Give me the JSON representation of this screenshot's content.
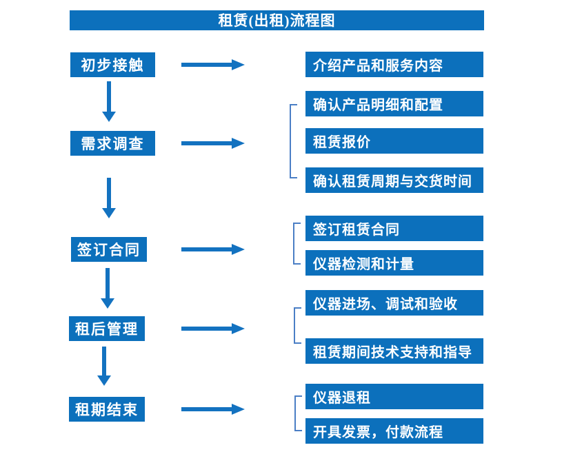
{
  "title": "租赁(出租)流程图",
  "colors": {
    "primary": "#0C70BC",
    "arrow": "#1372C0",
    "bracket": "#4A7EC5"
  },
  "steps": [
    {
      "label": "初步接触",
      "details": [
        "介绍产品和服务内容"
      ]
    },
    {
      "label": "需求调查",
      "details": [
        "确认产品明细和配置",
        "租赁报价",
        "确认租赁周期与交货时间"
      ]
    },
    {
      "label": "签订合同",
      "details": [
        "签订租赁合同",
        "仪器检测和计量"
      ]
    },
    {
      "label": "租后管理",
      "details": [
        "仪器进场、调试和验收",
        "租赁期间技术支持和指导"
      ]
    },
    {
      "label": "租期结束",
      "details": [
        "仪器退租",
        "开具发票，付款流程"
      ]
    }
  ]
}
